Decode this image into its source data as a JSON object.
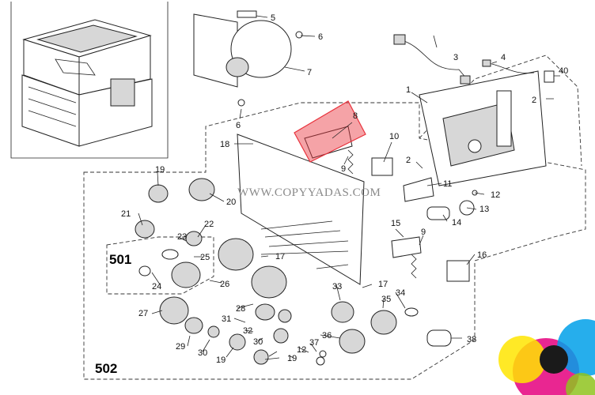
{
  "diagram": {
    "callouts": {
      "p1": "1",
      "p2a": "2",
      "p2b": "2",
      "p3": "3",
      "p4": "4",
      "p5": "5",
      "p6a": "6",
      "p6b": "6",
      "p7": "7",
      "p8": "8",
      "p9a": "9",
      "p9b": "9",
      "p10": "10",
      "p11": "11",
      "p12a": "12",
      "p12b": "12",
      "p13": "13",
      "p14": "14",
      "p15": "15",
      "p16": "16",
      "p17a": "17",
      "p17b": "17",
      "p18": "18",
      "p19a": "19",
      "p19b": "19",
      "p19c": "19",
      "p20": "20",
      "p21": "21",
      "p22": "22",
      "p23": "23",
      "p24": "24",
      "p25": "25",
      "p26": "26",
      "p27": "27",
      "p28": "28",
      "p29": "29",
      "p30a": "30",
      "p30b": "30",
      "p31": "31",
      "p32": "32",
      "p33": "33",
      "p34": "34",
      "p35": "35",
      "p36": "36",
      "p37": "37",
      "p38": "38",
      "p40": "40"
    },
    "groups": {
      "g501": "501",
      "g502": "502"
    },
    "watermark": "WWW.COPYYADAS.COM",
    "highlight_color": "#e8323c",
    "logo_colors": [
      "#e5007e",
      "#ffe500",
      "#00a0e9",
      "#1a1a1a",
      "#8fc31f"
    ]
  }
}
